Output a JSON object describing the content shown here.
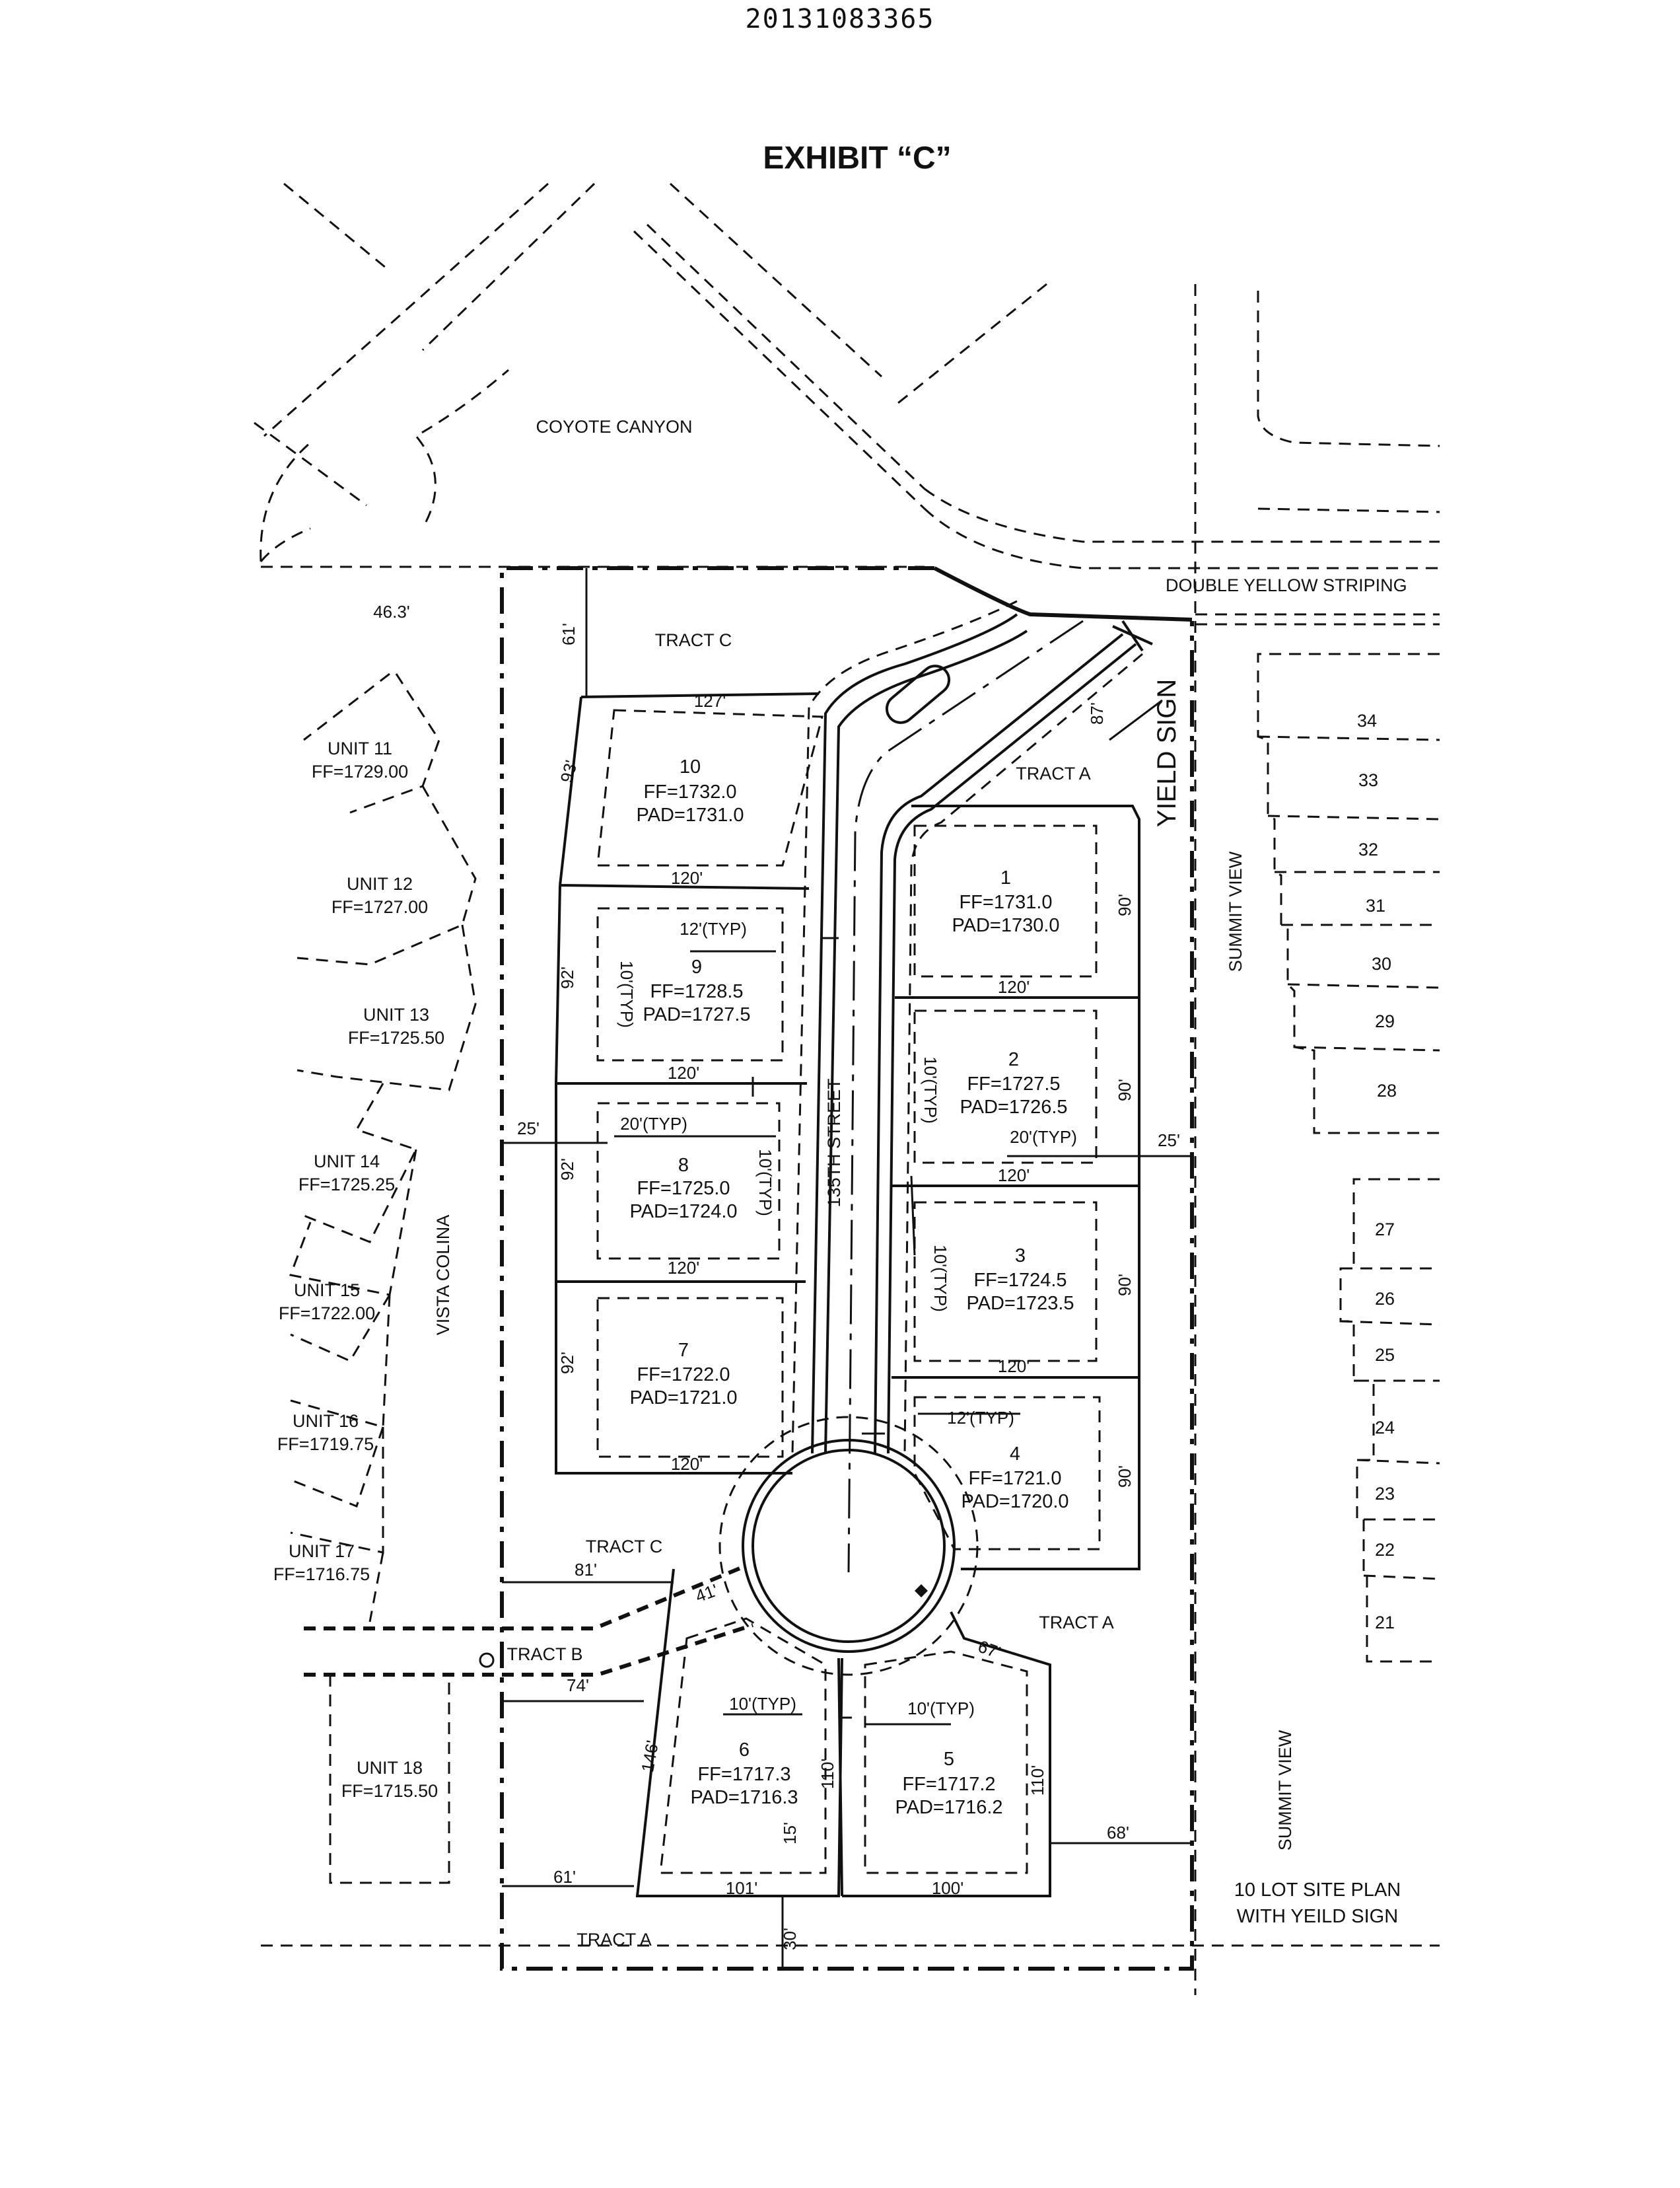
{
  "header": {
    "doc_number": "20131083365",
    "exhibit_title": "EXHIBIT “C”"
  },
  "streets": {
    "coyote_canyon": "COYOTE CANYON",
    "street_135th": "135TH STREET",
    "vista_colina": "VISTA COLINA",
    "summit_view_upper": "SUMMIT VIEW",
    "summit_view_lower": "SUMMIT VIEW"
  },
  "annotations": {
    "double_yellow": "DOUBLE YELLOW STRIPING",
    "yield_sign": "YIELD SIGN"
  },
  "tracts": {
    "tract_c_top": "TRACT C",
    "tract_a_top": "TRACT A",
    "tract_c_mid": "TRACT C",
    "tract_b": "TRACT B",
    "tract_a_mid": "TRACT A",
    "tract_a_bottom": "TRACT A"
  },
  "lots": [
    {
      "num": "1",
      "ff": "FF=1731.0",
      "pad": "PAD=1730.0"
    },
    {
      "num": "2",
      "ff": "FF=1727.5",
      "pad": "PAD=1726.5"
    },
    {
      "num": "3",
      "ff": "FF=1724.5",
      "pad": "PAD=1723.5"
    },
    {
      "num": "4",
      "ff": "FF=1721.0",
      "pad": "PAD=1720.0"
    },
    {
      "num": "5",
      "ff": "FF=1717.2",
      "pad": "PAD=1716.2"
    },
    {
      "num": "6",
      "ff": "FF=1717.3",
      "pad": "PAD=1716.3"
    },
    {
      "num": "7",
      "ff": "FF=1722.0",
      "pad": "PAD=1721.0"
    },
    {
      "num": "8",
      "ff": "FF=1725.0",
      "pad": "PAD=1724.0"
    },
    {
      "num": "9",
      "ff": "FF=1728.5",
      "pad": "PAD=1727.5"
    },
    {
      "num": "10",
      "ff": "FF=1732.0",
      "pad": "PAD=1731.0"
    }
  ],
  "units_west": [
    {
      "name": "UNIT 11",
      "ff": "FF=1729.00"
    },
    {
      "name": "UNIT 12",
      "ff": "FF=1727.00"
    },
    {
      "name": "UNIT 13",
      "ff": "FF=1725.50"
    },
    {
      "name": "UNIT 14",
      "ff": "FF=1725.25"
    },
    {
      "name": "UNIT 15",
      "ff": "FF=1722.00"
    },
    {
      "name": "UNIT 16",
      "ff": "FF=1719.75"
    },
    {
      "name": "UNIT 17",
      "ff": "FF=1716.75"
    },
    {
      "name": "UNIT 18",
      "ff": "FF=1715.50"
    }
  ],
  "units_east": [
    "34",
    "33",
    "32",
    "31",
    "30",
    "29",
    "28",
    "27",
    "26",
    "25",
    "24",
    "23",
    "22",
    "21"
  ],
  "dimensions": {
    "d_46_3": "46.3'",
    "d_61_top": "61'",
    "d_127": "127'",
    "d_93": "93'",
    "d_87": "87'",
    "d_120_l10": "120'",
    "d_12_typ_9": "12'(TYP)",
    "d_10_typ_9": "10'(TYP)",
    "d_92_9": "92'",
    "d_120_l9": "120'",
    "d_25_left": "25'",
    "d_20_typ_8": "20'(TYP)",
    "d_10_typ_8": "10'(TYP)",
    "d_92_8": "92'",
    "d_120_l8": "120'",
    "d_92_7": "92'",
    "d_120_l7": "120'",
    "d_90_1": "90'",
    "d_120_l1": "120'",
    "d_10_typ_2": "10'(TYP)",
    "d_90_2": "90'",
    "d_20_typ_2": "20'(TYP)",
    "d_25_right": "25'",
    "d_120_l2": "120'",
    "d_10_typ_3": "10'(TYP)",
    "d_90_3": "90'",
    "d_120_l3": "120'",
    "d_12_typ_4": "12'(TYP)",
    "d_90_4": "90'",
    "d_81": "81'",
    "d_41": "41'",
    "d_74": "74'",
    "d_67": "67'",
    "d_10_typ_6": "10'(TYP)",
    "d_146": "146'",
    "d_110_6": "110'",
    "d_15": "15'",
    "d_10_typ_5": "10'(TYP)",
    "d_110_5": "110'",
    "d_68": "68'",
    "d_61_bottom": "61'",
    "d_101": "101'",
    "d_100": "100'",
    "d_30": "30'"
  },
  "site_plan_note": {
    "line1": "10 LOT SITE PLAN",
    "line2": "WITH YEILD SIGN"
  }
}
